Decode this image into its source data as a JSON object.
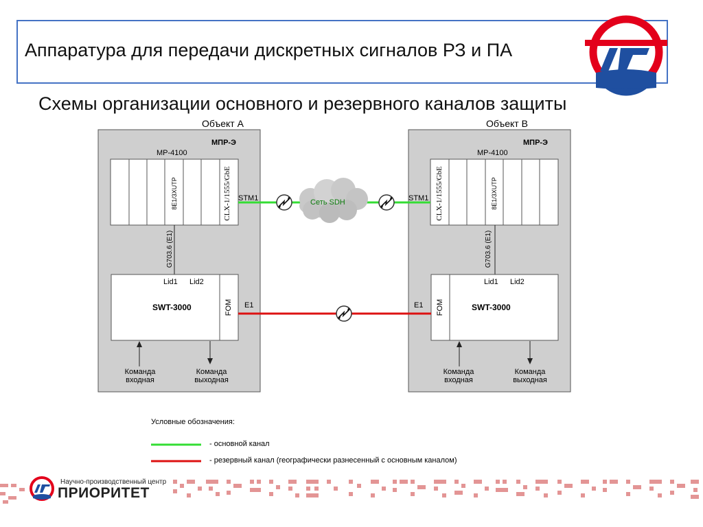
{
  "header": {
    "title": "Аппаратура для передачи дискретных сигналов РЗ и ПА",
    "subtitle": "Схемы организации основного и резервного каналов защиты"
  },
  "site_a": {
    "caption": "Объект А",
    "system": "МПР-Э",
    "chassis": "МР-4100",
    "slot_module": "8E1/3XUTP",
    "slot_clx": "CLX-1/1555/GbE",
    "port_stm": "STM1",
    "link": "G703.6 (E1)",
    "switch": "SWT-3000",
    "lid1": "Lid1",
    "lid2": "Lid2",
    "fom": "FOM",
    "port_e1": "E1",
    "cmd_in": [
      "Команда",
      "входная"
    ],
    "cmd_out": [
      "Команда",
      "выходная"
    ]
  },
  "site_b": {
    "caption": "Объект В",
    "system": "МПР-Э",
    "chassis": "МР-4100",
    "slot_module": "8E1/3XUTP",
    "slot_clx": "CLX-1/1555/GbE",
    "port_stm": "STM1",
    "link": "G703.6 (E1)",
    "switch": "SWT-3000",
    "lid1": "Lid1",
    "lid2": "Lid2",
    "fom": "FOM",
    "port_e1": "E1",
    "cmd_in": [
      "Команда",
      "входная"
    ],
    "cmd_out": [
      "Команда",
      "выходная"
    ]
  },
  "network": {
    "cloud_label": "Сеть SDH"
  },
  "legend": {
    "title": "Условные обозначения:",
    "primary": "- основной канал",
    "backup": "- резервный канал (географически разнесенный с основным каналом)"
  },
  "footer": {
    "tagline": "Научно-производственный центр",
    "brand": "ПРИОРИТЕТ"
  },
  "colors": {
    "primary_channel": "#33dd33",
    "backup_channel": "#dd1111",
    "frame": "#4472c4",
    "logo_red": "#e3001b",
    "logo_blue": "#1f4fa0",
    "panel_gray": "#cfcfcf"
  }
}
